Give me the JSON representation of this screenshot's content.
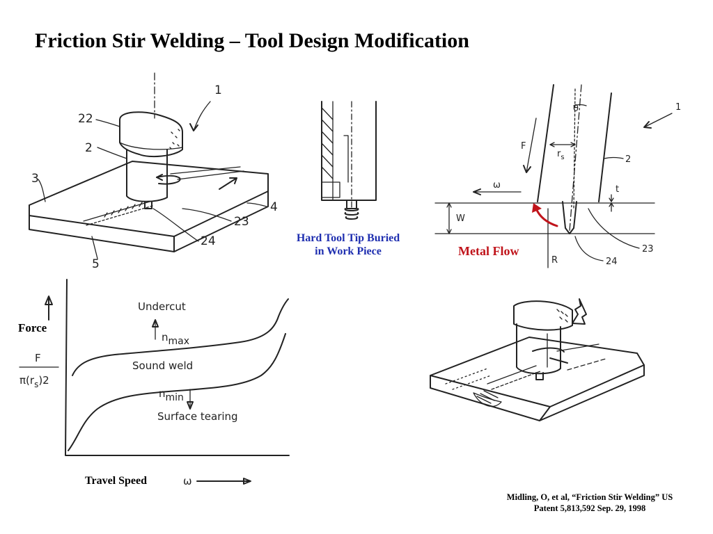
{
  "slide": {
    "title": "Friction Stir Welding – Tool Design Modification"
  },
  "diagram_tool_isometric": {
    "labels": [
      "1",
      "22",
      "2",
      "3",
      "4",
      "23",
      "24",
      "5"
    ]
  },
  "diagram_tip": {
    "caption_line1": "Hard Tool Tip Buried",
    "caption_line2": "in Work Piece"
  },
  "diagram_cross_section": {
    "labels": {
      "theta": "θ",
      "one": "1",
      "f": "F",
      "rs": "r",
      "rs_sub": "s",
      "two": "2",
      "omega": "ω",
      "t": "t",
      "w": "W",
      "r": "R",
      "twentyfour": "24",
      "twentythree": "23"
    },
    "caption": "Metal Flow"
  },
  "graph": {
    "y_label": "Force",
    "y_expr_num": "F",
    "y_expr_den": "π(r",
    "y_expr_den_sub": "s",
    "y_expr_den_end": ")2",
    "undercut": "Undercut",
    "n_max": "n",
    "n_max_sub": "max",
    "sound_weld": "Sound  weld",
    "n_min": "n",
    "n_min_sub": "min",
    "surface_tearing": "Surface  tearing",
    "x_label": "Travel Speed",
    "x_symbol": "ω"
  },
  "citation": {
    "line1": "Midling, O, et al, “Friction Stir Welding”  US",
    "line2": "Patent 5,813,592  Sep. 29, 1998"
  },
  "colors": {
    "caption_blue": "#1f2fb0",
    "caption_red": "#c0141b",
    "arrow_red": "#c0141b"
  }
}
